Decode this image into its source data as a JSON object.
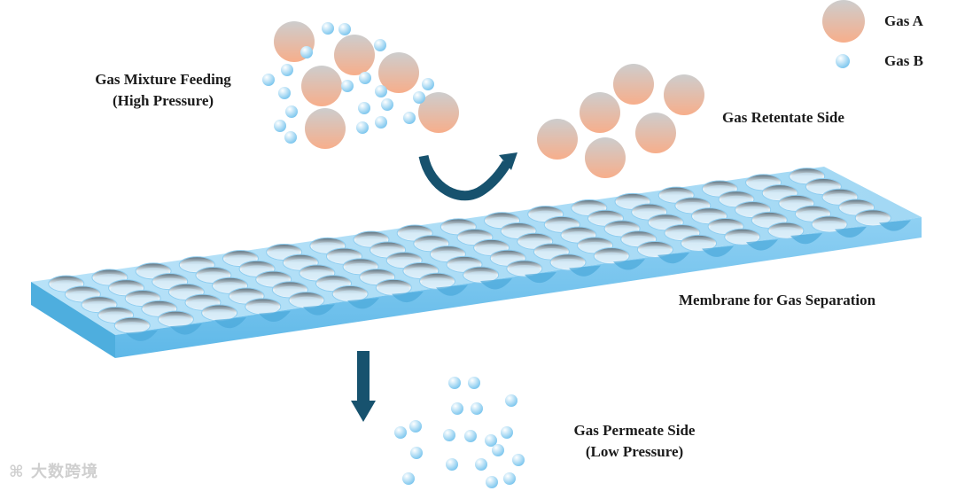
{
  "legend": {
    "gas_a": "Gas A",
    "gas_b": "Gas B"
  },
  "labels": {
    "feed_line1": "Gas Mixture Feeding",
    "feed_line2": "(High Pressure)",
    "retentate": "Gas Retentate Side",
    "membrane": "Membrane for Gas Separation",
    "permeate_line1": "Gas Permeate Side",
    "permeate_line2": "(Low Pressure)"
  },
  "watermark": "大数跨境",
  "colors": {
    "gas_a_top": "#cfcfcf",
    "gas_a_bottom": "#f6b08f",
    "gas_b_top": "#e9f6fd",
    "gas_b_bottom": "#7cc6ee",
    "membrane_top": "#a9dcf6",
    "membrane_side": "#6cc2ee",
    "arrow": "#17526e"
  }
}
